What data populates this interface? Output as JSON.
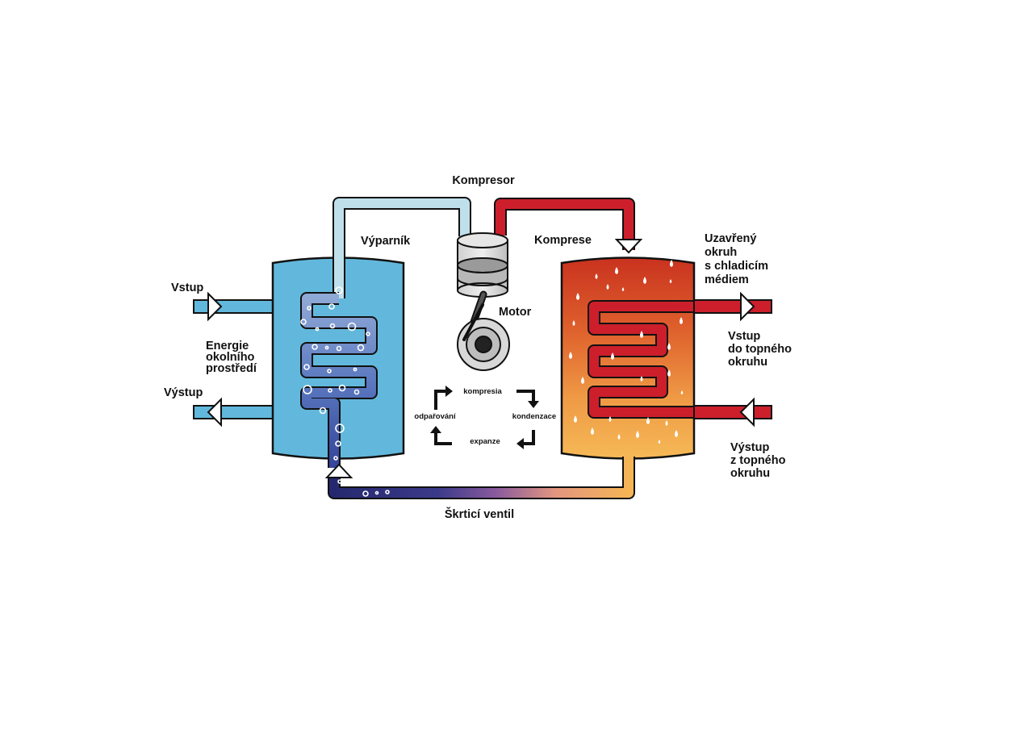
{
  "labels": {
    "compressor": "Kompresor",
    "evaporator": "Výparník",
    "compression": "Komprese",
    "closed_circuit": [
      "Uzavřený",
      "okruh",
      "s chladicím",
      "médiem"
    ],
    "motor": "Motor",
    "inlet_left": "Vstup",
    "ambient_energy": [
      "Energie",
      "okolního",
      "prostředí"
    ],
    "outlet_left": "Výstup",
    "heating_inlet": [
      "Vstup",
      "do topného",
      "okruhu"
    ],
    "heating_outlet": [
      "Výstup",
      "z topného",
      "okruhu"
    ],
    "throttle_valve": "Škrticí ventil"
  },
  "cycle": {
    "compression": "kompresia",
    "condensation": "kondenzace",
    "expansion": "expanze",
    "evaporation": "odpařování"
  },
  "colors": {
    "ambient_blue": "#62b8dc",
    "evaporator_coil": "#6c8cc8",
    "coil_dark": "#2c3a8c",
    "suction_pipe": "#bfe0ea",
    "hot_pipe": "#cc1f2b",
    "condenser_top": "#cc3a22",
    "condenser_bottom": "#f5b555",
    "outline": "#111111"
  }
}
